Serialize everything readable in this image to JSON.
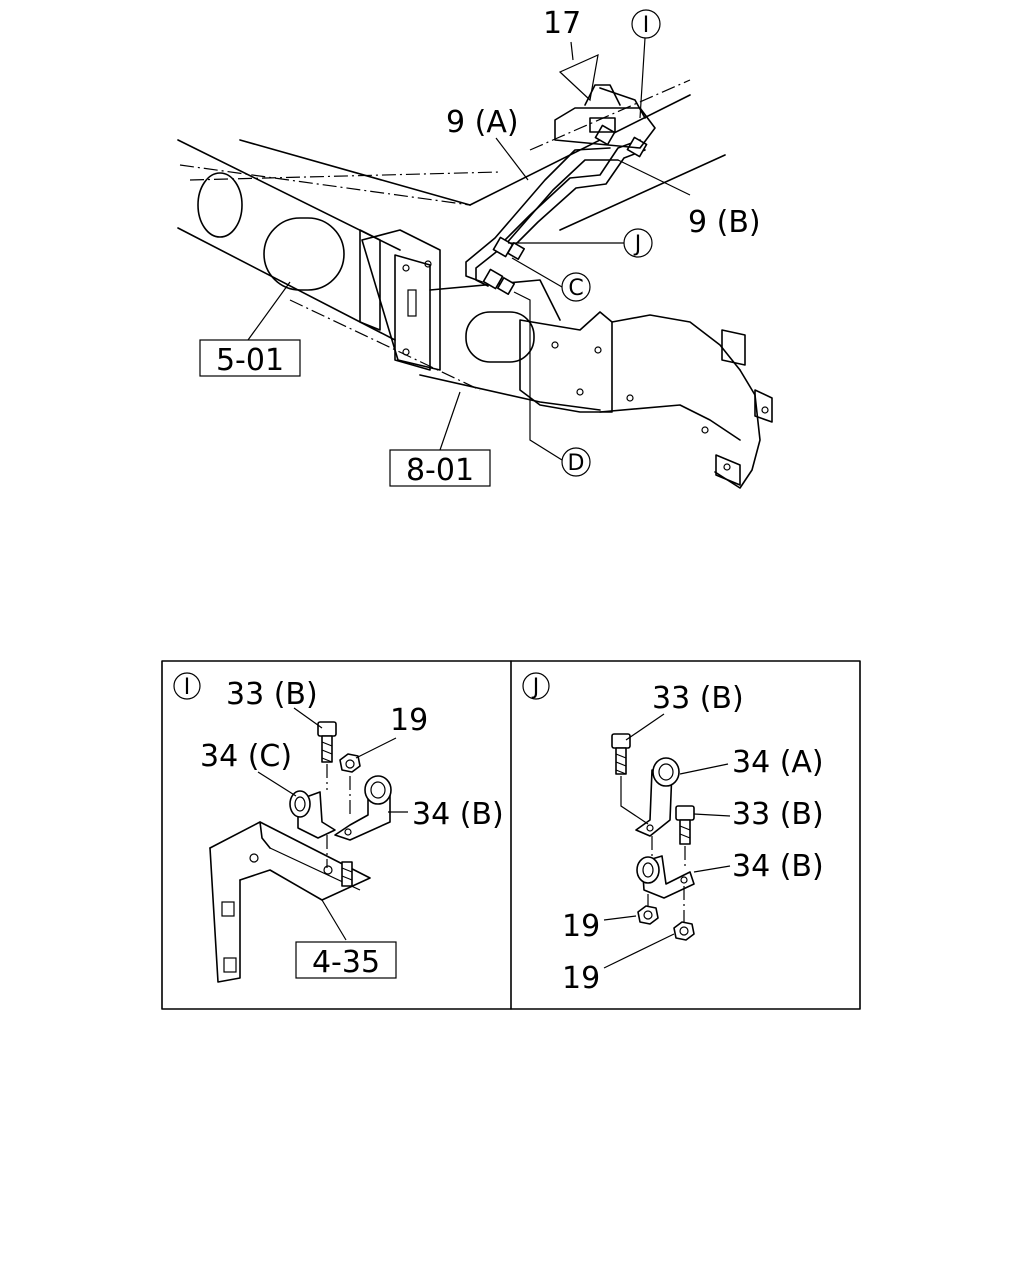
{
  "labels": {
    "p17": "17",
    "pI_top": "I",
    "p9A": "9 (A)",
    "p9B": "9 (B)",
    "pJ": "J",
    "pC": "C",
    "pD": "D",
    "ref501": "5-01",
    "ref801": "8-01"
  },
  "detail_I": {
    "tag": "I",
    "bolt": "33 (B)",
    "nut": "19",
    "clip_c": "34 (C)",
    "clip_b": "34 (B)",
    "ref": "4-35"
  },
  "detail_J": {
    "tag": "J",
    "bolt_top": "33 (B)",
    "clip_a": "34 (A)",
    "bolt_mid": "33 (B)",
    "clip_b": "34 (B)",
    "nut_1": "19",
    "nut_2": "19"
  }
}
